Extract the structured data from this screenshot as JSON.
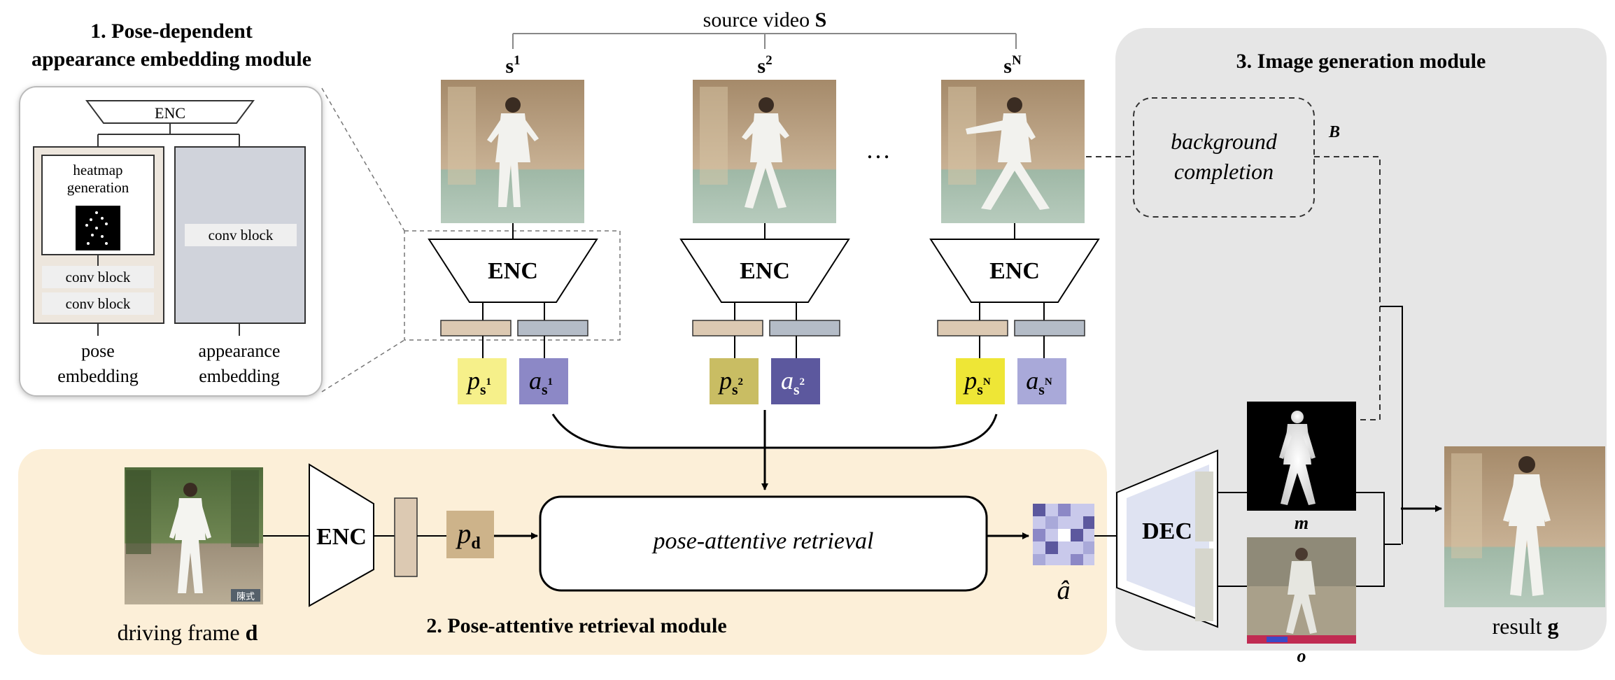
{
  "colors": {
    "panel_gray": "#e6e6e6",
    "panel_beige": "#fcefd8",
    "pose_tan": "#dcc9b2",
    "appearance_gray": "#b4bcc7",
    "p_s1": "#f6f08a",
    "p_s2": "#c9bd63",
    "p_sN": "#eee636",
    "a_s1": "#8c88c6",
    "a_s2": "#5c589e",
    "a_sN": "#a9a9d9",
    "p_d": "#cdb38a",
    "dec_fill": "#dfe3f2",
    "heatmap_bg": "#000000"
  },
  "module1": {
    "title_line1": "1. Pose-dependent",
    "title_line2": "appearance embedding module",
    "enc_label": "ENC",
    "heatmap_line1": "heatmap",
    "heatmap_line2": "generation",
    "conv_block_1": "conv block",
    "conv_block_2": "conv block",
    "conv_block_3": "conv block",
    "pose_line1": "pose",
    "pose_line2": "embedding",
    "appearance_line1": "appearance",
    "appearance_line2": "embedding"
  },
  "source": {
    "title": "source video",
    "title_symbol": "S",
    "frames": [
      {
        "label": "s",
        "sup": "1",
        "enc": "ENC",
        "p": "p",
        "p_sub": "s",
        "p_sup": "1",
        "a": "a",
        "a_sub": "s",
        "a_sup": "1"
      },
      {
        "label": "s",
        "sup": "2",
        "enc": "ENC",
        "p": "p",
        "p_sub": "s",
        "p_sup": "2",
        "a": "a",
        "a_sub": "s",
        "a_sup": "2"
      },
      {
        "label": "s",
        "sup": "N",
        "enc": "ENC",
        "p": "p",
        "p_sub": "s",
        "p_sup": "N",
        "a": "a",
        "a_sub": "s",
        "a_sup": "N"
      }
    ],
    "ellipsis": "…"
  },
  "module2": {
    "title": "2. Pose-attentive retrieval module",
    "driving_label": "driving frame",
    "driving_symbol": "d",
    "enc_label": "ENC",
    "pd": "p",
    "pd_sub": "d",
    "retrieval_label": "pose-attentive retrieval",
    "a_hat": "â",
    "watermark": "陳式"
  },
  "module3": {
    "title": "3. Image generation module",
    "bg_line1": "background",
    "bg_line2": "completion",
    "b_label": "B",
    "dec_label": "DEC",
    "m_label": "m",
    "o_label": "o",
    "result_label": "result",
    "result_symbol": "g"
  }
}
